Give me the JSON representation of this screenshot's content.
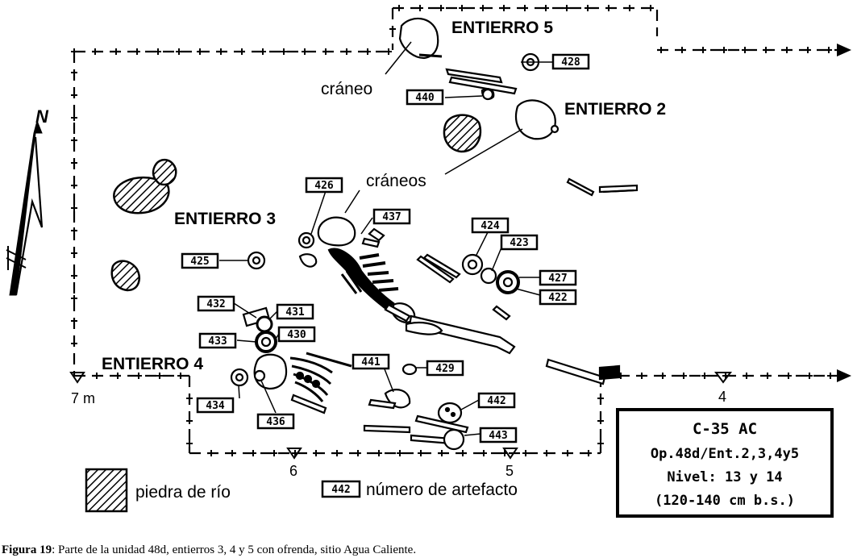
{
  "burials": {
    "e5": "ENTIERRO 5",
    "e2": "ENTIERRO 2",
    "e3": "ENTIERRO 3",
    "e4": "ENTIERRO 4"
  },
  "labels": {
    "skull": "cráneo",
    "skulls": "cráneos"
  },
  "axis": {
    "m7": "7 m",
    "m4": "4",
    "m6": "6",
    "m5": "5"
  },
  "north": "N",
  "artifacts": {
    "a428": "428",
    "a440": "440",
    "a426": "426",
    "a437": "437",
    "a424": "424",
    "a423": "423",
    "a425": "425",
    "a427": "427",
    "a422": "422",
    "a432": "432",
    "a431": "431",
    "a433": "433",
    "a430": "430",
    "a441": "441",
    "a429": "429",
    "a434": "434",
    "a442": "442",
    "a436": "436",
    "a443": "443"
  },
  "legend": {
    "stone": "piedra de río",
    "number_tag": "442",
    "number_text": "número de artefacto"
  },
  "info_box": {
    "line1": "C-35 AC",
    "line2": "Op.48d/Ent.2,3,4y5",
    "line3": "Nivel: 13 y 14",
    "line4": "(120-140 cm b.s.)"
  },
  "caption": {
    "bold": "Figura 19",
    "text": ": Parte de la unidad 48d, entierros 3, 4 y 5 con ofrenda, sitio Agua Caliente."
  },
  "colors": {
    "ink": "#000000",
    "paper": "#ffffff"
  }
}
